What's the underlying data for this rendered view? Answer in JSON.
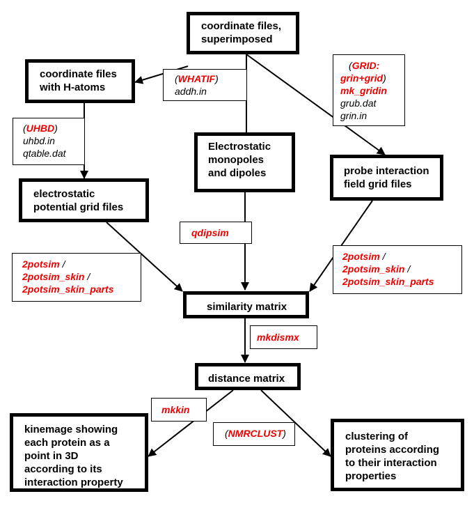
{
  "nodes": {
    "coord_superimposed": [
      "coordinate files,",
      "superimposed"
    ],
    "coord_h_atoms": [
      "coordinate files",
      "with H-atoms"
    ],
    "electrostatic_monopoles": [
      "Electrostatic",
      "monopoles",
      "and dipoles"
    ],
    "probe_grid": [
      "probe interaction",
      "field grid files"
    ],
    "potential_grid": [
      "electrostatic",
      "potential grid files"
    ],
    "similarity_matrix": "similarity matrix",
    "distance_matrix": "distance matrix",
    "kinemage": [
      "kinemage showing",
      "each protein as a",
      "point in 3D",
      "according to its",
      "interaction property"
    ],
    "clustering": [
      "clustering of",
      "proteins according",
      "to their interaction",
      "properties"
    ]
  },
  "labels": {
    "whatif": {
      "open": "(",
      "prog": "WHATIF",
      "close": ")",
      "file": "addh.in"
    },
    "uhbd": {
      "open": "(",
      "prog": "UHBD",
      "close": ")",
      "files": [
        "uhbd.in",
        "qtable.dat"
      ]
    },
    "grid": {
      "open": "(",
      "prog1": "GRID:",
      "prog2": "grin+grid",
      "close": ")",
      "prog3": "mk_gridin",
      "files": [
        "grub.dat",
        "grin.in"
      ]
    },
    "qdipsim": "qdipsim",
    "potsim_left": {
      "l1": "2potsim",
      "s1": " /",
      "l2": "2potsim_skin",
      "s2": " /",
      "l3": "2potsim_skin_parts"
    },
    "potsim_right": {
      "l1": "2potsim",
      "s1": " /",
      "l2": "2potsim_skin",
      "s2": " /",
      "l3": "2potsim_skin_parts"
    },
    "mkdismx": "mkdismx",
    "mkkin": "mkkin",
    "nmrclust": {
      "open": "(",
      "prog": "NMRCLUST",
      "close": ")"
    }
  },
  "colors": {
    "program": "#ee0000",
    "line": "#000000"
  }
}
